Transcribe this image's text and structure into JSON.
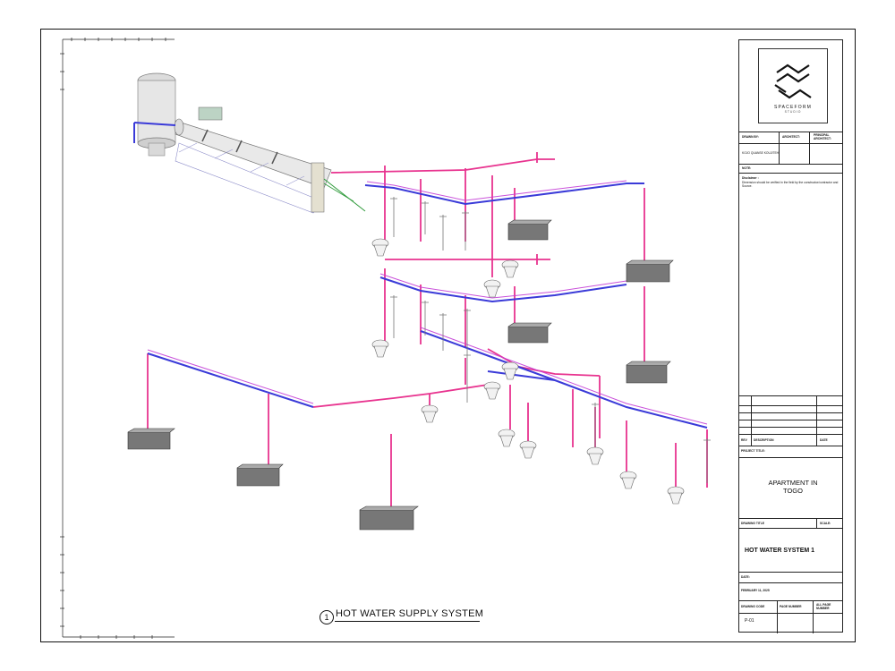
{
  "brand": {
    "name": "SPACEFORM",
    "sub": "STUDIO"
  },
  "title_block": {
    "drawn_by_label": "DRAWN BY:",
    "architect_label": "ARCHITECT:",
    "principal_architect_label": "PRINCIPAL ARCHITECT:",
    "drawn_by_value": "KOJO QUANSE KOUJITEH",
    "note_label": "NOTE:",
    "disclaimer_title": "Disclaimer :",
    "disclaimer_text": "Dimension should be verified in the field by the constructor/contractor and Source.",
    "rev_label": "REV",
    "description_label": "DESCRIPTION",
    "date_short_label": "DATE",
    "project_title_label": "PROJECT TITLE:",
    "project_title": "APARTMENT IN TOGO",
    "drawing_title_label": "DRAWING TITLE",
    "scale_label": "SCALE:",
    "drawing_title": "HOT WATER SYSTEM 1",
    "date_label": "DATE:",
    "date_value": "FEBRUARY 11, 2025",
    "drawing_code_label": "DRAWING CODE",
    "page_number_label": "PAGE NUMBER",
    "all_page_number_label": "ALL PAGE NUMBER",
    "drawing_code": "P-01"
  },
  "caption": {
    "number": "1",
    "title": "HOT WATER SUPPLY SYSTEM"
  },
  "colors": {
    "hot_pipe": "#e8338f",
    "supply_pipe": "#3a3ad8",
    "fixture": "#6e6e6e",
    "support": "#2e9a3a"
  }
}
